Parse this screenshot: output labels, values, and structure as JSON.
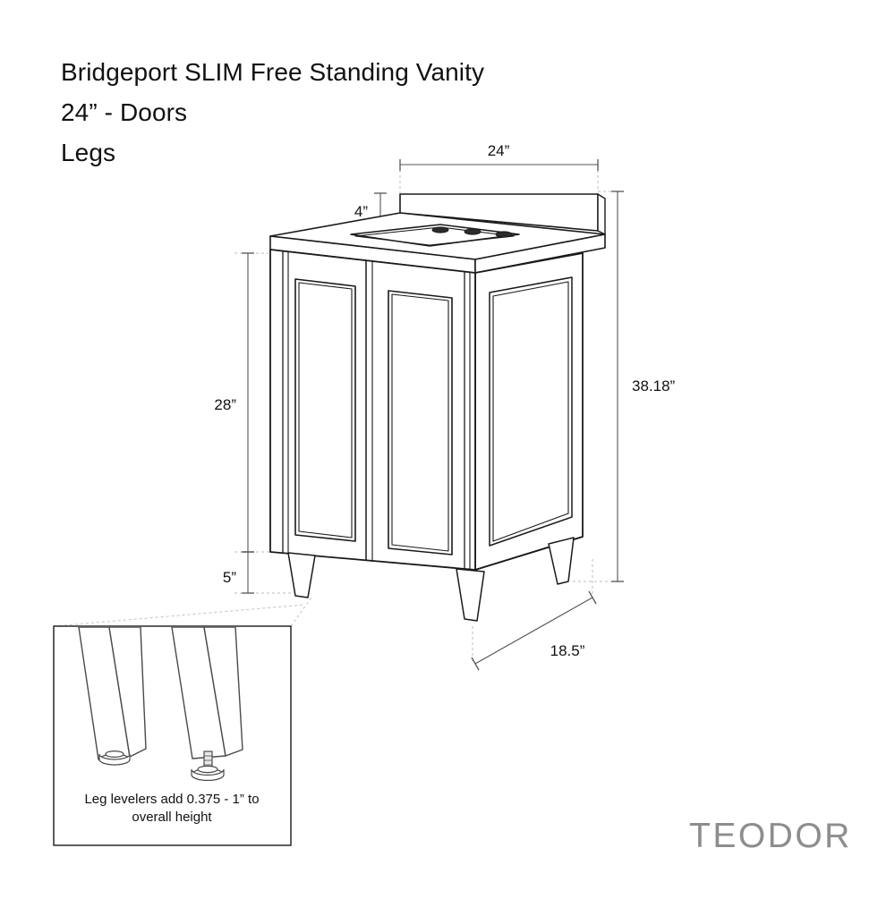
{
  "document": {
    "type": "product-specification-drawing",
    "brand": "TEODOR",
    "background_color": "#ffffff",
    "line_color": "#1a1a1a",
    "guide_color": "#b9b9b9"
  },
  "title": {
    "line1": "Bridgeport SLIM Free Standing Vanity",
    "line2": "24” - Doors",
    "line3": "Legs"
  },
  "dimensions": {
    "width": "24”",
    "backsplash_height": "4”",
    "cabinet_height": "28”",
    "leg_height": "5”",
    "overall_height": "38.18”",
    "depth": "18.5”"
  },
  "detail_callout": {
    "note_line1": "Leg levelers add 0.375 - 1” to",
    "note_line2": "overall height"
  },
  "product": {
    "faucet_holes": 3,
    "doors": 2,
    "legs": 4
  }
}
